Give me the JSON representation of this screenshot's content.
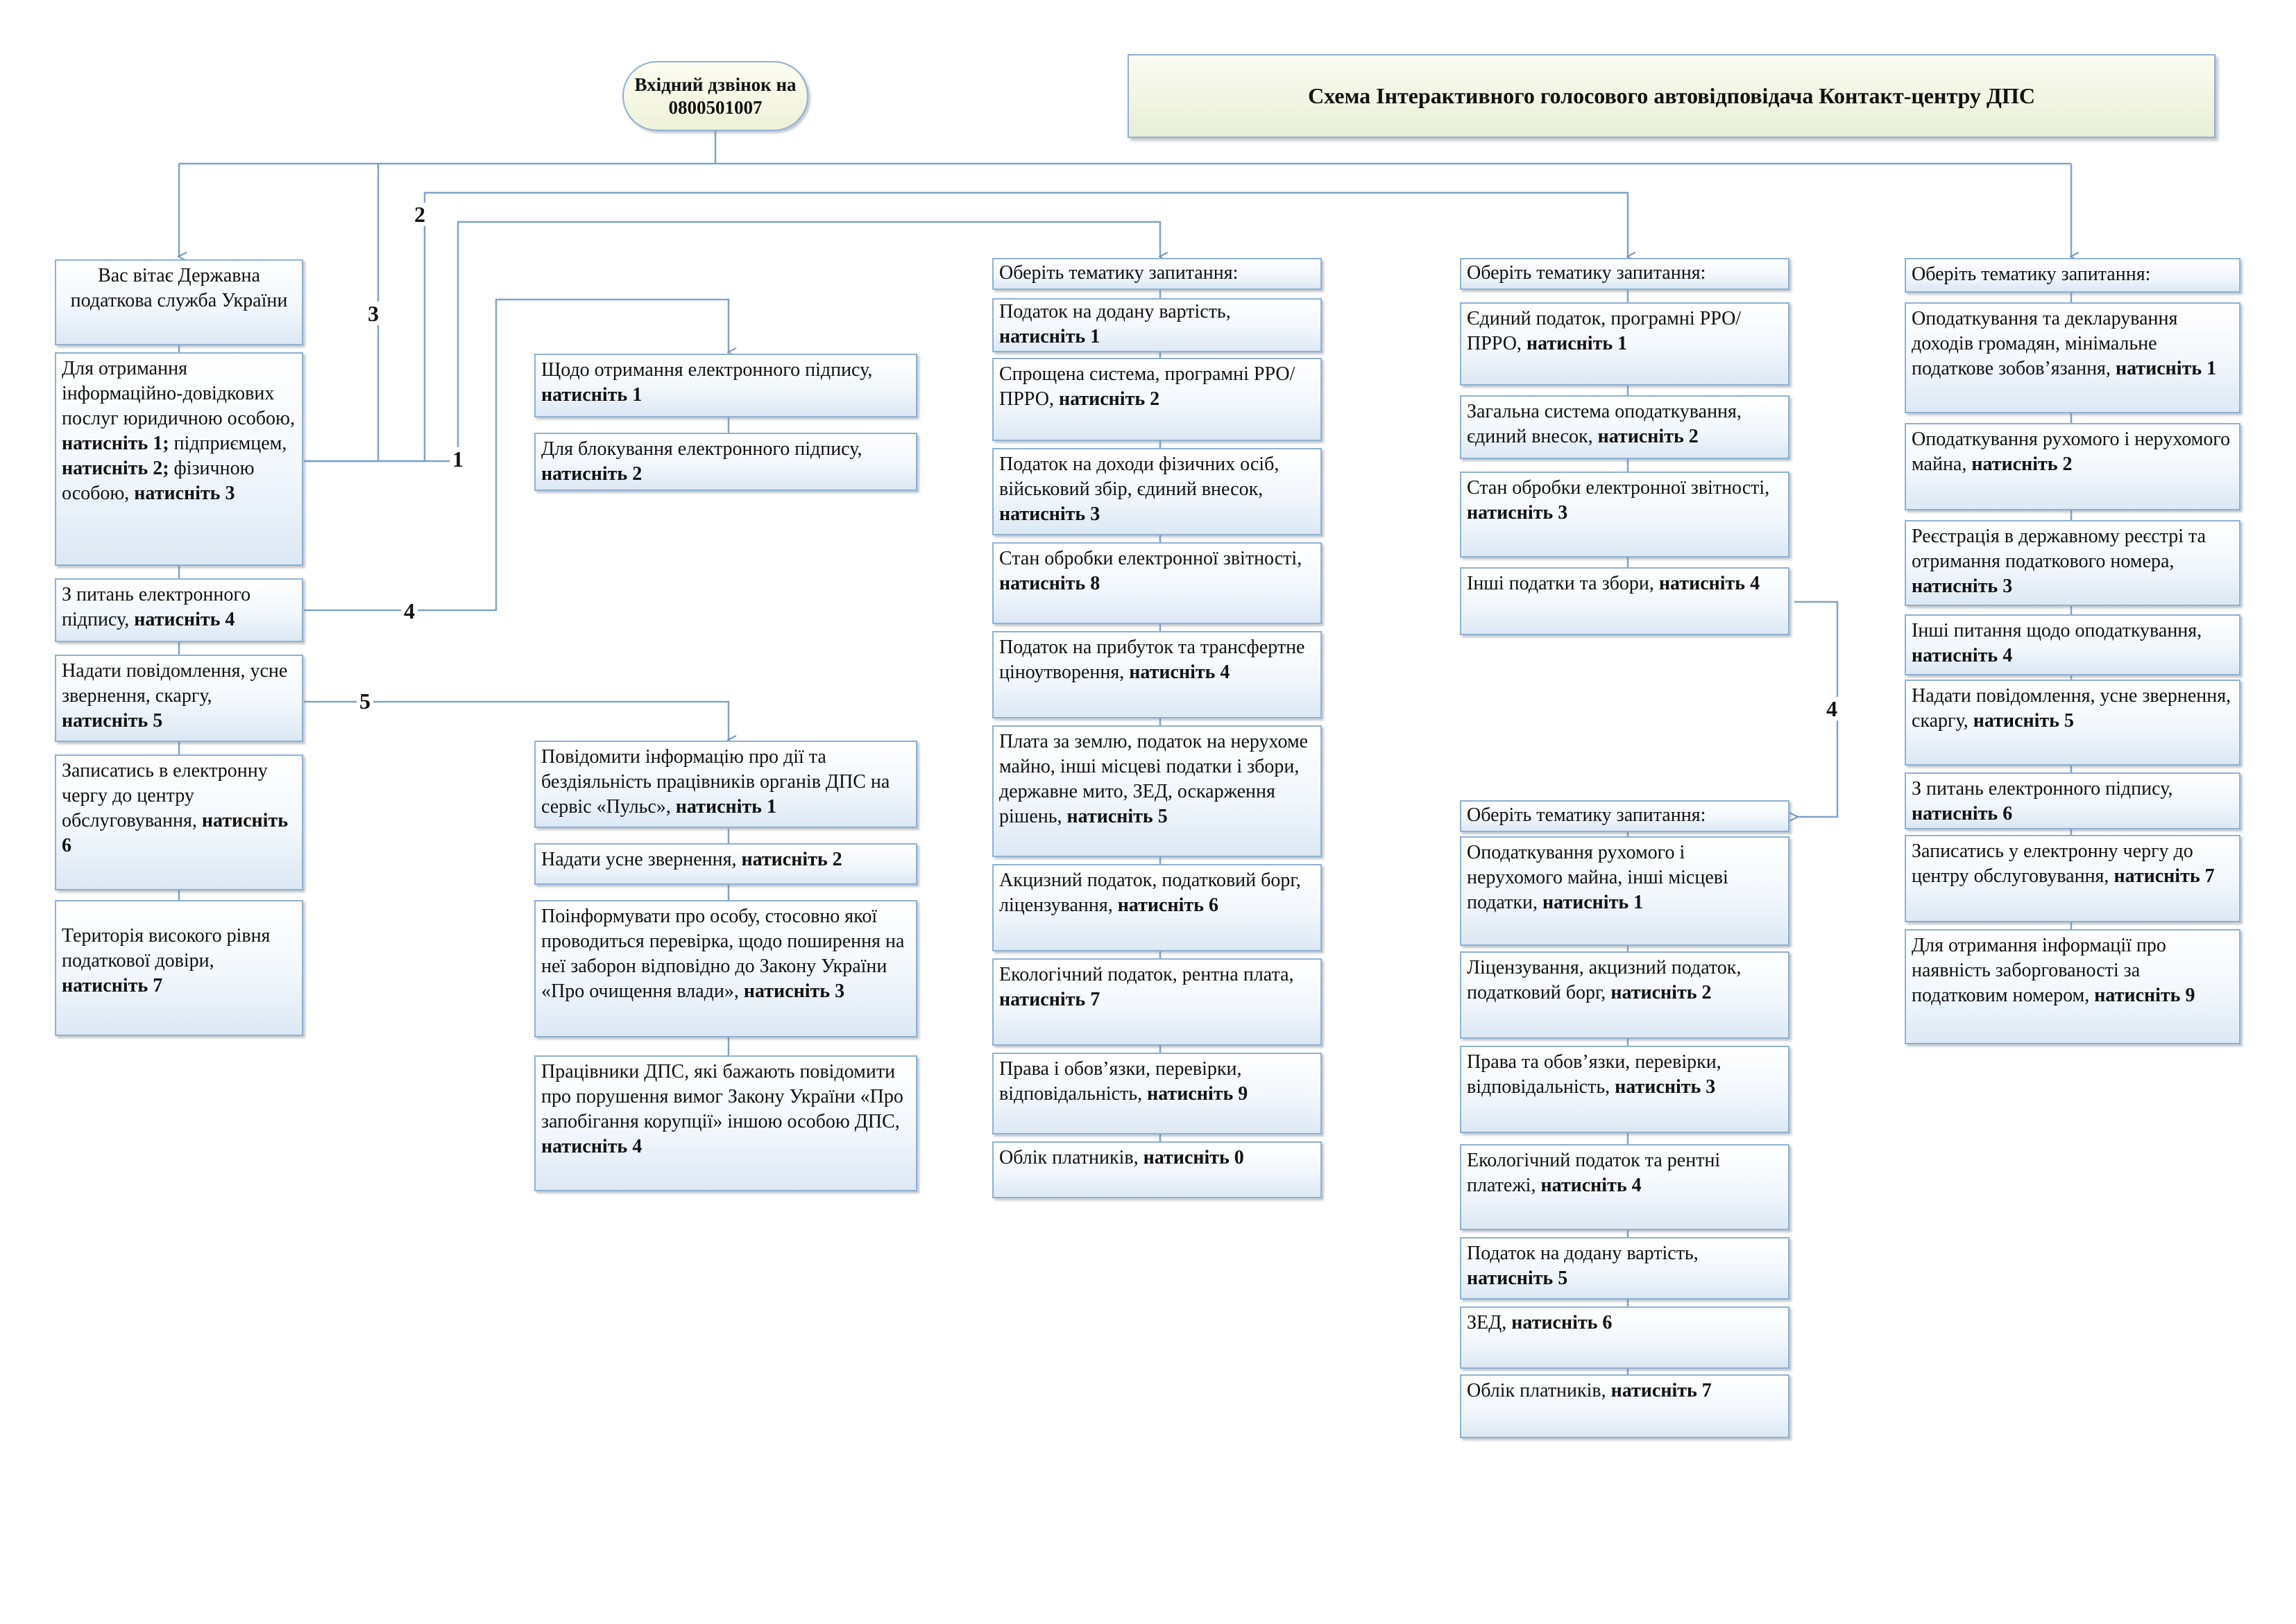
{
  "title": "Схема Інтерактивного голосового автовідповідача Контакт-центру ДПС",
  "start": "Вхідний дзвінок на 0800501007",
  "branch_labels": {
    "one": "1",
    "two": "2",
    "three": "3",
    "four": "4",
    "five": "5",
    "four_sub": "4"
  },
  "left": {
    "welcome": "Вас вітає Державна податкова служба України",
    "items": [
      {
        "text": "Для отримання інформаційно-довідкових послуг юридичною особою, ",
        "press": "натисніть 1;",
        "text2": " підприємцем, ",
        "press2": "натисніть 2;",
        "text3": " фізичною особою, ",
        "press3": "натисніть 3"
      },
      {
        "text": "З питань електронного підпису, ",
        "press": "натисніть 4"
      },
      {
        "text": "Надати повідомлення, усне звернення, скаргу, ",
        "press": "натисніть 5"
      },
      {
        "text": "Записатись в електронну чергу до центру обслуговування, ",
        "press": "натисніть 6"
      },
      {
        "text": "Територія високого рівня податкової довіри, ",
        "press": "натисніть 7"
      }
    ]
  },
  "esign": [
    {
      "text": "Щодо отримання електронного підпису, ",
      "press": "натисніть 1"
    },
    {
      "text": "Для блокування електронного підпису, ",
      "press": "натисніть 2"
    }
  ],
  "appeal": [
    {
      "text": "Повідомити інформацію про дії та бездіяльність працівників органів ДПС на сервіс «Пульс», ",
      "press": "натисніть 1"
    },
    {
      "text": "Надати усне звернення, ",
      "press": "натисніть 2"
    },
    {
      "text": "Поінформувати про особу, стосовно якої проводиться перевірка, щодо поширення на неї заборон відповідно до Закону України «Про очищення влади», ",
      "press": "натисніть 3"
    },
    {
      "text": "Працівники ДПС, які бажають повідомити про порушення вимог Закону України «Про запобігання корупції» іншою особою ДПС, ",
      "press": "натисніть 4"
    }
  ],
  "col_legal": {
    "header": "Оберіть тематику запитання:",
    "items": [
      {
        "text": "Податок на додану вартість, ",
        "press": "натисніть 1"
      },
      {
        "text": "Спрощена система, програмні РРО/ПРРО, ",
        "press": "натисніть 2"
      },
      {
        "text": "Податок на доходи фізичних осіб, військовий збір, єдиний внесок, ",
        "press": "натисніть 3"
      },
      {
        "text": "Стан обробки електронної звітності, ",
        "press": "натисніть 8"
      },
      {
        "text": "Податок на прибуток та трансфертне ціноутворення, ",
        "press": "натисніть 4"
      },
      {
        "text": "Плата за землю, податок на нерухоме майно, інші місцеві податки і збори, державне мито, ЗЕД, оскарження рішень, ",
        "press": "натисніть 5"
      },
      {
        "text": "Акцизний податок, податковий борг, ліцензування, ",
        "press": "натисніть 6"
      },
      {
        "text": "Екологічний податок, рентна плата, ",
        "press": "натисніть 7"
      },
      {
        "text": "Права і обов’язки, перевірки, відповідальність, ",
        "press": "натисніть 9"
      },
      {
        "text": "Облік платників, ",
        "press": "натисніть 0"
      }
    ]
  },
  "col_entrepreneur": {
    "header": "Оберіть тематику запитання:",
    "items": [
      {
        "text": "Єдиний податок, програмні РРО/ПРРО, ",
        "press": "натисніть 1"
      },
      {
        "text": "Загальна система оподаткування, єдиний внесок, ",
        "press": "натисніть 2"
      },
      {
        "text": "Стан обробки електронної звітності, ",
        "press": "натисніть 3"
      },
      {
        "text": "Інші податки та збори, ",
        "press": "натисніть 4"
      }
    ]
  },
  "col_other": {
    "header": "Оберіть тематику запитання:",
    "items": [
      {
        "text": "Оподаткування рухомого і нерухомого майна, інші місцеві податки, ",
        "press": "натисніть 1"
      },
      {
        "text": "Ліцензування, акцизний податок, податковий борг, ",
        "press": "натисніть 2"
      },
      {
        "text": "Права та обов’язки, перевірки, відповідальність, ",
        "press": "натисніть 3"
      },
      {
        "text": "Екологічний податок та рентні платежі, ",
        "press": "натисніть 4"
      },
      {
        "text": "Податок на додану вартість, ",
        "press": "натисніть 5"
      },
      {
        "text": "ЗЕД, ",
        "press": "натисніть 6"
      },
      {
        "text": "Облік платників, ",
        "press": "натисніть 7"
      }
    ]
  },
  "col_individual": {
    "header": "Оберіть тематику запитання:",
    "items": [
      {
        "text": "Оподаткування та декларування доходів громадян, мінімальне податкове зобов’язання, ",
        "press": "натисніть 1"
      },
      {
        "text": "Оподаткування рухомого і нерухомого майна, ",
        "press": "натисніть 2"
      },
      {
        "text": "Реєстрація в державному реєстрі та отримання податкового номера, ",
        "press": "натисніть 3"
      },
      {
        "text": "Інші питання щодо оподаткування, ",
        "press": "натисніть 4"
      },
      {
        "text": "Надати повідомлення, усне звернення, скаргу, ",
        "press": "натисніть 5"
      },
      {
        "text": "З питань електронного підпису, ",
        "press": "натисніть 6"
      },
      {
        "text": "Записатись у електронну чергу до центру обслуговування, ",
        "press": "натисніть 7"
      },
      {
        "text": "Для отримання інформації про наявність заборгованості за податковим номером, ",
        "press": "натисніть 9"
      }
    ]
  }
}
